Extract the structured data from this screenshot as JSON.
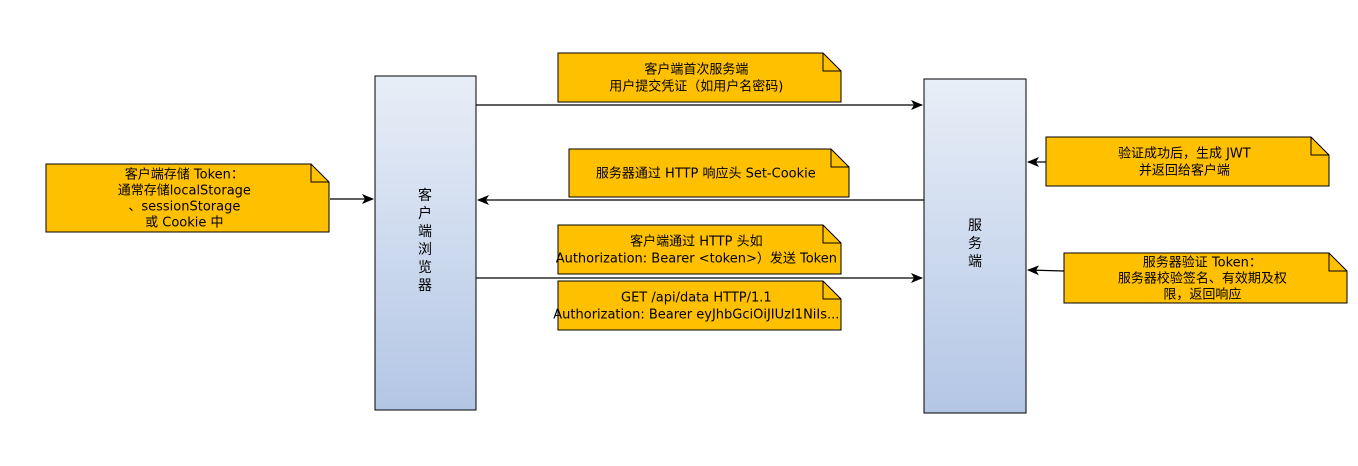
{
  "actors": {
    "client": {
      "label_chars": [
        "客",
        "户",
        "端",
        "浏",
        "览",
        "器"
      ]
    },
    "server": {
      "label_chars": [
        "服",
        "务",
        "端"
      ]
    }
  },
  "notes": {
    "client_first_request": [
      "客户端首次服务端",
      "用户提交凭证（如用户名密码)"
    ],
    "server_set_cookie": [
      "服务器通过 HTTP 响应头 Set-Cookie"
    ],
    "client_auth_header": [
      "客户端通过 HTTP 头如",
      "Authorization: Bearer <token>）发送 Token"
    ],
    "request_example": [
      "GET /api/data HTTP/1.1",
      "Authorization: Bearer eyJhbGciOiJIUzI1NiIs..."
    ],
    "client_storage": [
      "客户端存储 Token：",
      "通常存储localStorage",
      "、sessionStorage",
      "或 Cookie 中"
    ],
    "server_generate_jwt": [
      "验证成功后，生成 JWT",
      "并返回给客户端"
    ],
    "server_verify_token": [
      "服务器验证 Token：",
      "服务器校验签名、有效期及权",
      "限，返回响应"
    ]
  },
  "colors": {
    "note_fill": "#FFC000",
    "note_stroke": "#000000",
    "actor_top": "#E8EEF7",
    "actor_bottom": "#B3C6E5",
    "actor_stroke": "#000000"
  }
}
